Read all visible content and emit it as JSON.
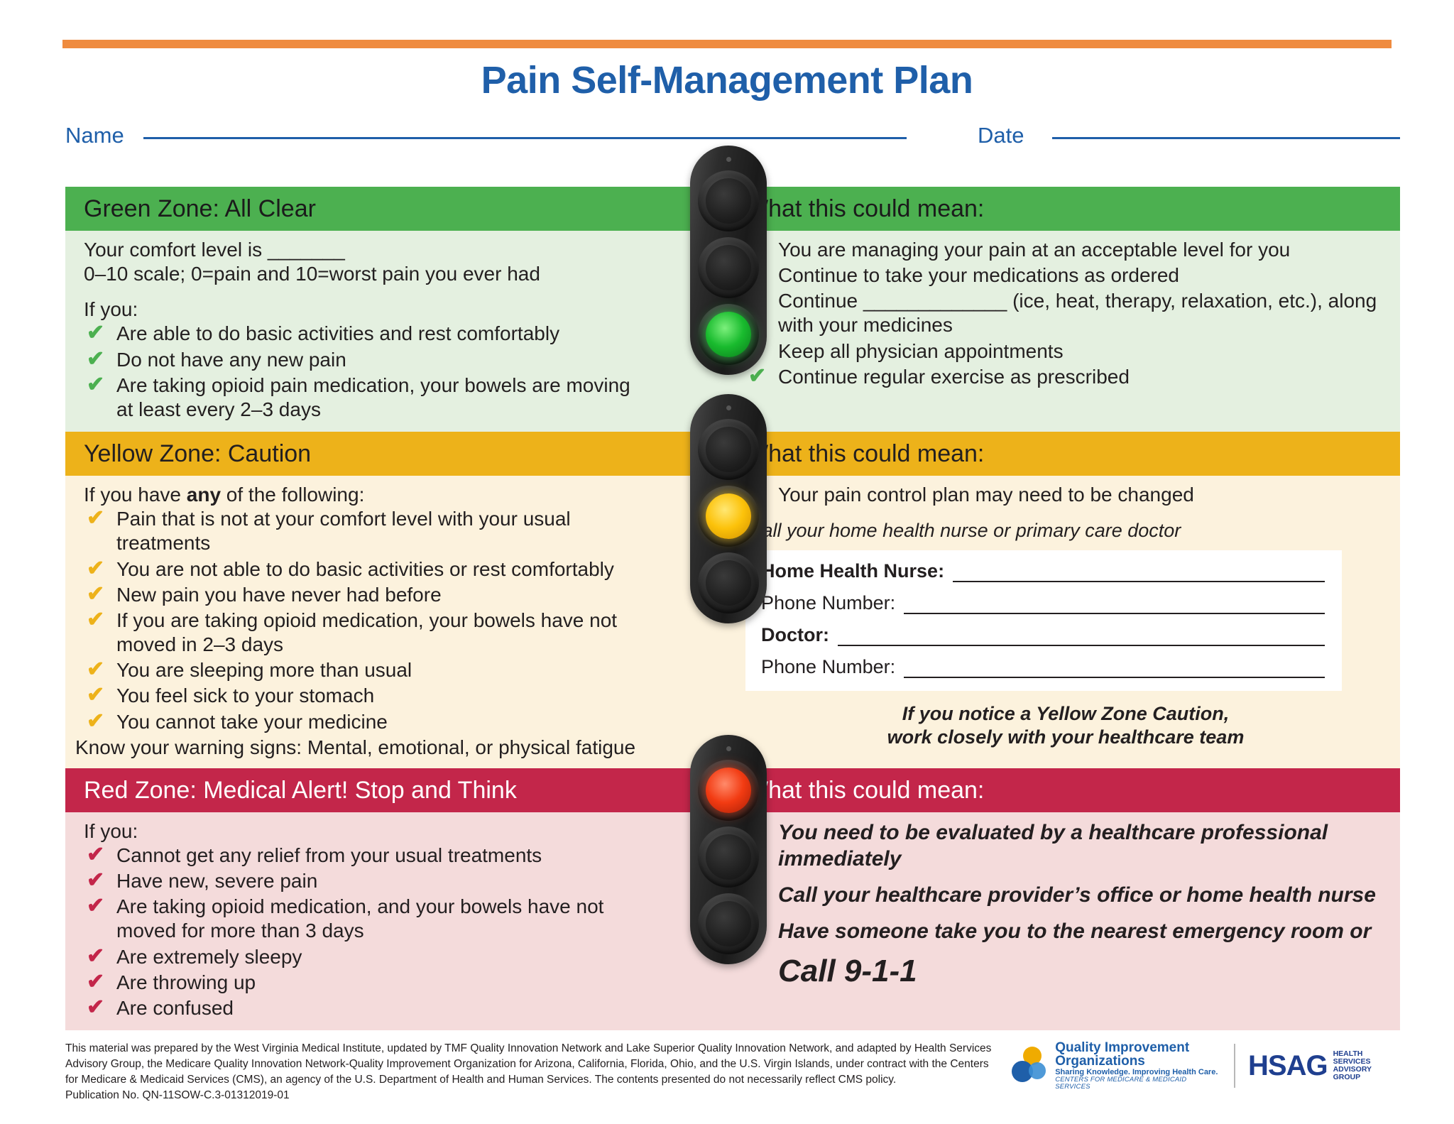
{
  "header": {
    "title": "Pain Self-Management Plan",
    "name_label": "Name",
    "date_label": "Date",
    "accent_orange": "#ef8b3f",
    "title_blue": "#1f5fa9"
  },
  "zones": {
    "green": {
      "color": "#4cb050",
      "body_color": "#e4f0e0",
      "title": "Green Zone: All Clear",
      "right_title": "What this could mean:",
      "comfort_line": "Your comfort level is _______",
      "scale_line": "0–10 scale; 0=pain and 10=worst pain you ever had",
      "if_you": "If you:",
      "left_items": [
        "Are able to do basic activities and rest comfortably",
        "Do not have any new pain",
        "Are taking opioid pain medication, your bowels are moving at least every 2–3 days"
      ],
      "right_items": [
        "You are managing your pain at an acceptable level for you",
        "Continue to take your medications as ordered",
        "Continue _____________ (ice, heat, therapy, relaxation, etc.), along with your medicines",
        "Keep all physician appointments",
        "Continue regular exercise as prescribed"
      ]
    },
    "yellow": {
      "color": "#edb21a",
      "body_color": "#fcf2dd",
      "title": "Yellow Zone: Caution",
      "right_title": "What this could mean:",
      "intro_pre": "If you have ",
      "intro_bold": "any",
      "intro_post": " of the following:",
      "left_items": [
        "Pain that is not at your comfort level with your usual treatments",
        "You are not able to do basic activities or rest comfortably",
        "New pain you have never had before",
        "If you are taking opioid medication, your bowels have not moved in 2–3 days",
        "You are sleeping more than usual",
        "You feel sick to your stomach",
        "You cannot take your medicine"
      ],
      "warning_line": "Know your warning signs: Mental, emotional, or physical fatigue",
      "right_items": [
        "Your pain control plan may need to be changed"
      ],
      "call_note": "Call your home health nurse or primary care doctor",
      "contacts": [
        {
          "label": "Home Health Nurse:",
          "bold": true
        },
        {
          "label": "Phone Number:",
          "bold": false
        },
        {
          "label": "Doctor:",
          "bold": true
        },
        {
          "label": "Phone Number:",
          "bold": false
        }
      ],
      "footer_note_line1": "If you notice a Yellow Zone Caution,",
      "footer_note_line2": "work closely with your healthcare team"
    },
    "red": {
      "color": "#c3264a",
      "body_color": "#f4dbdb",
      "title": "Red Zone: Medical Alert! Stop and Think",
      "right_title": "What this could mean:",
      "if_you": "If you:",
      "left_items": [
        "Cannot get any relief from your usual treatments",
        "Have   new,   severe  pain",
        "Are taking opioid medication, and your bowels have not moved for more than 3 days",
        "Are extremely sleepy",
        "Are throwing up",
        "Are confused"
      ],
      "right_items": [
        "You need to be evaluated by a healthcare professional immediately",
        "Call your healthcare provider’s office or home health nurse",
        "Have someone take you to the nearest emergency room or"
      ],
      "call_911": "Call 9-1-1"
    }
  },
  "traffic_lights": {
    "green_state": "green",
    "yellow_state": "yellow",
    "red_state": "red"
  },
  "footer": {
    "disclaimer": "This material was prepared by the West Virginia Medical Institute, updated by TMF Quality Innovation Network and Lake Superior Quality Innovation Network, and adapted by Health Services Advisory Group, the Medicare Quality Innovation Network-Quality Improvement Organization for Arizona, California, Florida, Ohio, and the U.S. Virgin Islands, under contract with the Centers for Medicare & Medicaid Services (CMS), an agency of the U.S. Department of Health and Human Services. The contents presented do not necessarily reflect CMS policy.",
    "publication": "Publication No. QN-11SOW-C.3-01312019-01",
    "qio_line1": "Quality Improvement",
    "qio_line2": "Organizations",
    "qio_line3": "Sharing Knowledge. Improving Health Care.",
    "qio_line4": "CENTERS FOR MEDICARE & MEDICAID SERVICES",
    "hsag_word": "HSAG",
    "hsag_sub1": "HEALTH SERVICES",
    "hsag_sub2": "ADVISORY GROUP"
  }
}
